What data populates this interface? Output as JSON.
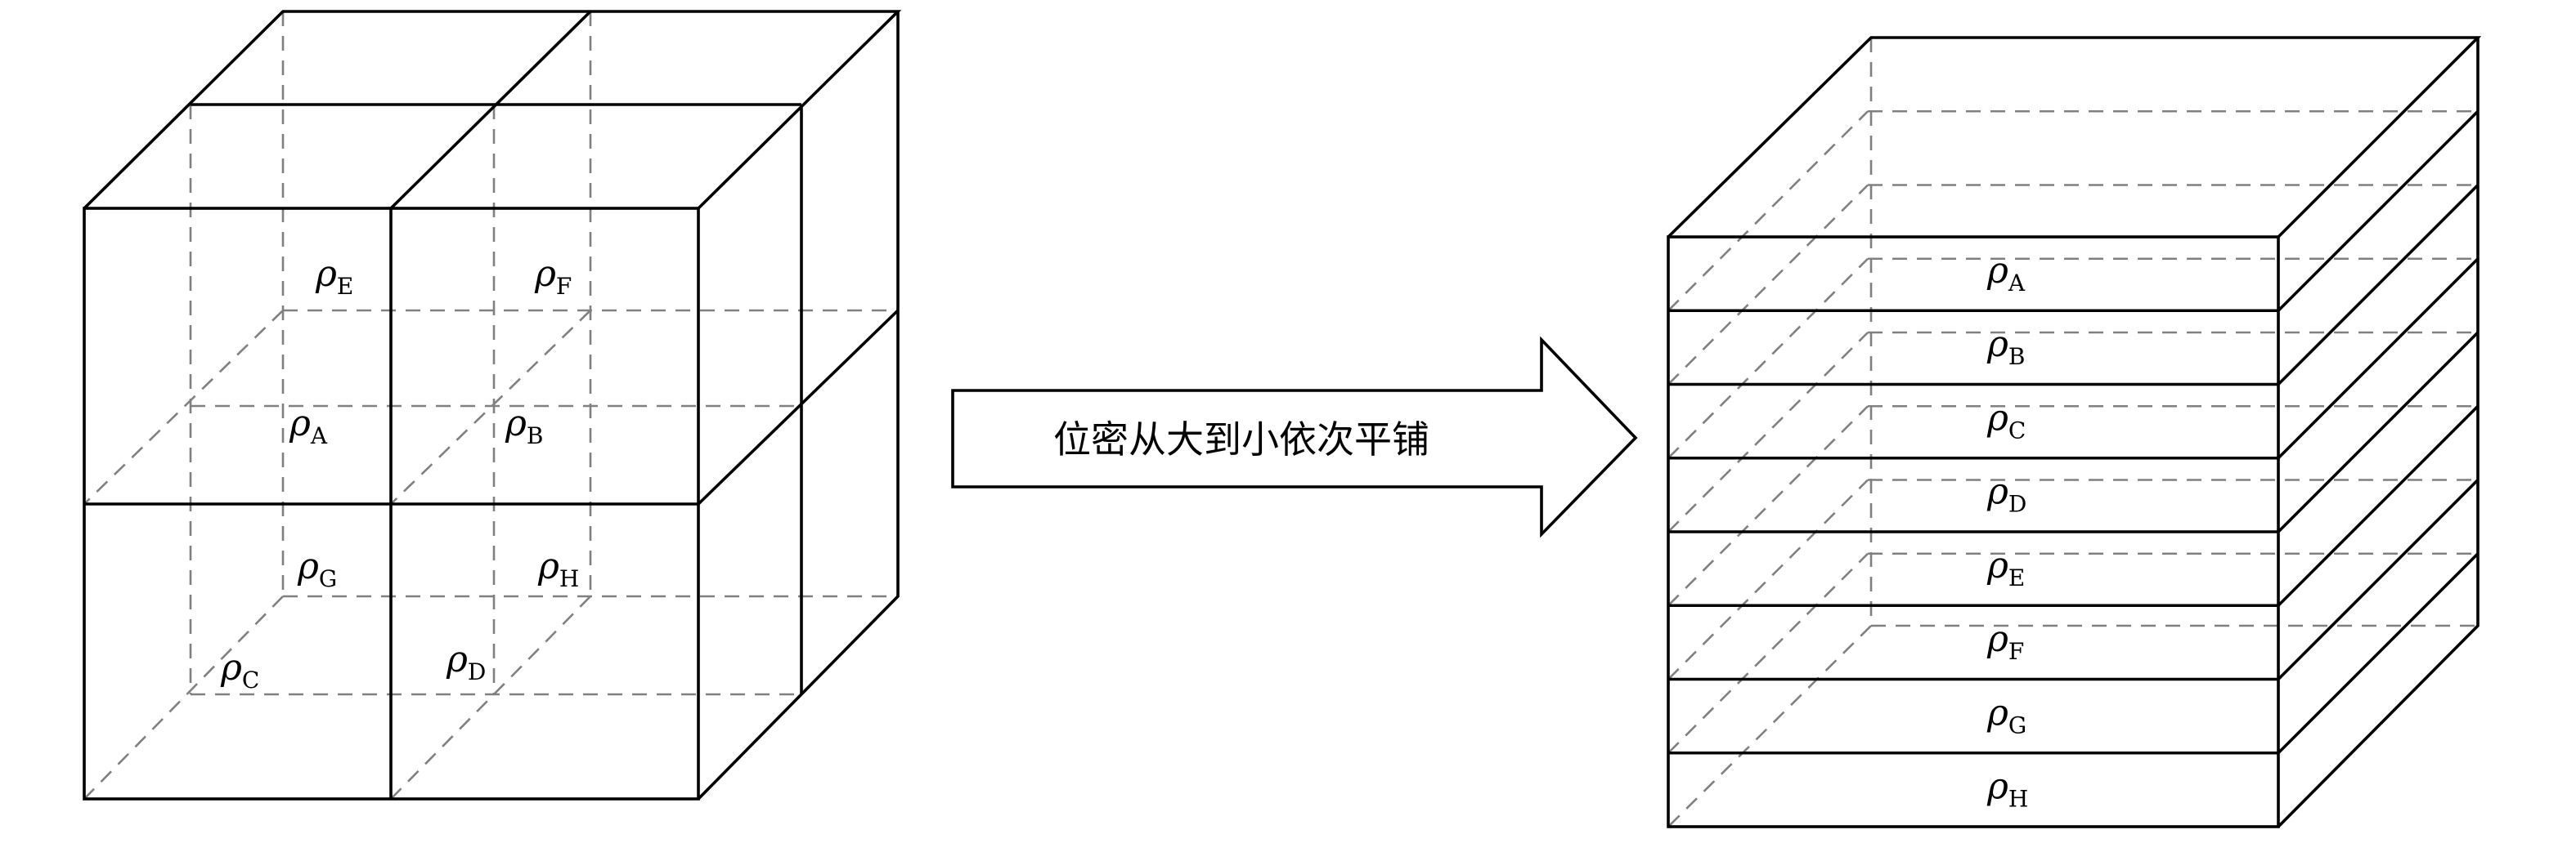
{
  "diagram": {
    "arrow_label": "位密从大到小依次平铺",
    "rho_symbol": "ρ",
    "left_cube": {
      "cells": [
        {
          "id": "E",
          "sub": "E"
        },
        {
          "id": "F",
          "sub": "F"
        },
        {
          "id": "A",
          "sub": "A"
        },
        {
          "id": "B",
          "sub": "B"
        },
        {
          "id": "G",
          "sub": "G"
        },
        {
          "id": "H",
          "sub": "H"
        },
        {
          "id": "C",
          "sub": "C"
        },
        {
          "id": "D",
          "sub": "D"
        }
      ]
    },
    "right_stack": {
      "layers": [
        {
          "id": "A",
          "sub": "A"
        },
        {
          "id": "B",
          "sub": "B"
        },
        {
          "id": "C",
          "sub": "C"
        },
        {
          "id": "D",
          "sub": "D"
        },
        {
          "id": "E",
          "sub": "E"
        },
        {
          "id": "F",
          "sub": "F"
        },
        {
          "id": "G",
          "sub": "G"
        },
        {
          "id": "H",
          "sub": "H"
        }
      ]
    }
  }
}
